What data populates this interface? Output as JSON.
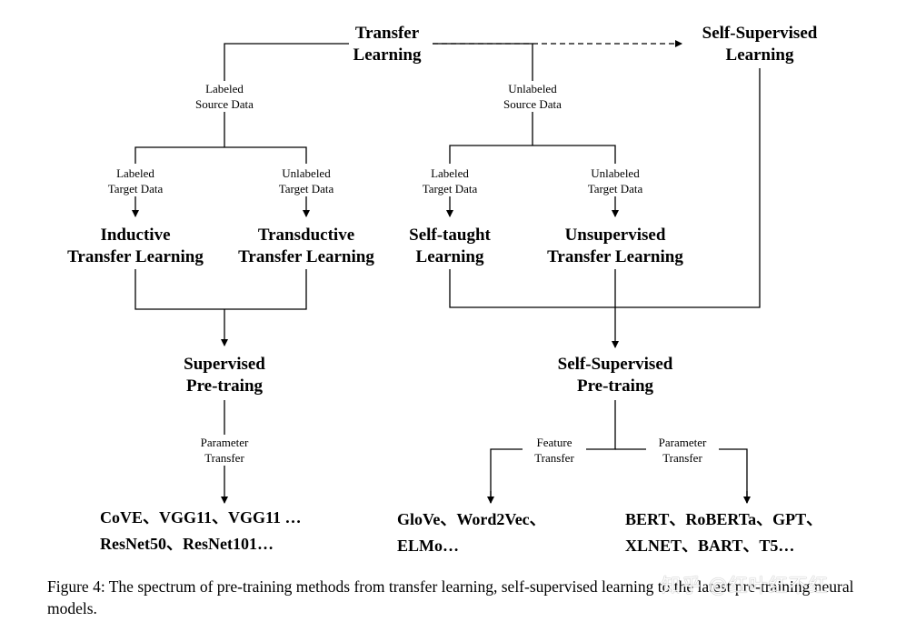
{
  "nodes": {
    "transfer_learning": [
      "Transfer",
      "Learning"
    ],
    "self_supervised_learning": [
      "Self-Supervised",
      "Learning"
    ],
    "inductive": [
      "Inductive",
      "Transfer Learning"
    ],
    "transductive": [
      "Transductive",
      "Transfer Learning"
    ],
    "self_taught": [
      "Self-taught",
      "Learning"
    ],
    "unsupervised": [
      "Unsupervised",
      "Transfer Learning"
    ],
    "supervised_pretraining": [
      "Supervised",
      "Pre-traing"
    ],
    "self_supervised_pretraining": [
      "Self-Supervised",
      "Pre-traing"
    ]
  },
  "edge_labels": {
    "labeled_source": [
      "Labeled",
      "Source Data"
    ],
    "unlabeled_source": [
      "Unlabeled",
      "Source Data"
    ],
    "labeled_target_left": [
      "Labeled",
      "Target Data"
    ],
    "unlabeled_target_left": [
      "Unlabeled",
      "Target Data"
    ],
    "labeled_target_right": [
      "Labeled",
      "Target Data"
    ],
    "unlabeled_target_right": [
      "Unlabeled",
      "Target Data"
    ],
    "parameter_transfer_left": [
      "Parameter",
      "Transfer"
    ],
    "feature_transfer": [
      "Feature",
      "Transfer"
    ],
    "parameter_transfer_right": [
      "Parameter",
      "Transfer"
    ]
  },
  "examples": {
    "supervised_models": [
      "CoVE、VGG11、VGG11 …",
      "ResNet50、ResNet101…"
    ],
    "feature_models": [
      "GloVe、Word2Vec、",
      "ELMo…"
    ],
    "parameter_models": [
      "BERT、RoBERTa、GPT、",
      "XLNET、BART、T5…"
    ]
  },
  "caption": "Figure 4: The spectrum of pre-training methods from transfer learning, self-supervised learning to the latest pre-training neural models.",
  "watermark": "知乎 @红叶红不红"
}
